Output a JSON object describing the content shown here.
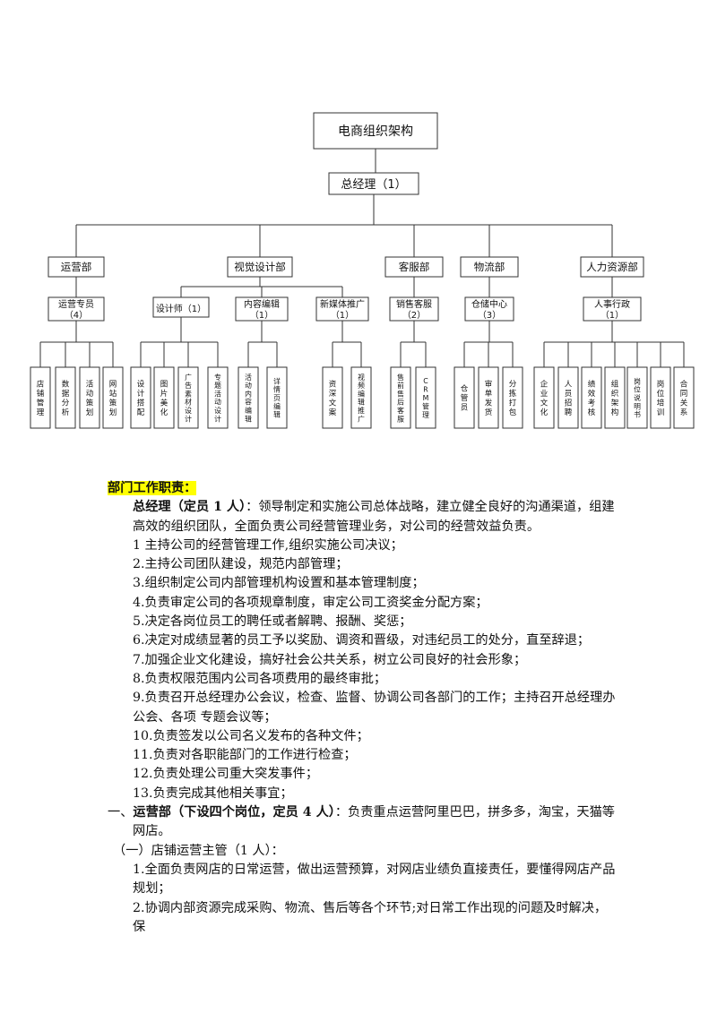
{
  "org_chart": {
    "title": "电商组织架构",
    "ceo": "总经理（1）",
    "departments": [
      {
        "name": "运营部",
        "sub": [
          {
            "label": [
              "运营专员",
              "（4）"
            ],
            "leaves": [
              "店铺管理",
              "数据分析",
              "活动策划",
              "网站策划"
            ]
          }
        ]
      },
      {
        "name": "视觉设计部",
        "sub": [
          {
            "label": [
              "设计师（1）"
            ],
            "leaves": [
              "设计搭配",
              "图片美化",
              "广告素材设计",
              "专题活动设计"
            ]
          },
          {
            "label": [
              "内容编辑",
              "（1）"
            ],
            "leaves": [
              "活动内容编辑",
              "详情页编辑"
            ]
          },
          {
            "label": [
              "新媒体推广",
              "（1）"
            ],
            "leaves": [
              "资深文案",
              "视频编辑推广"
            ]
          }
        ]
      },
      {
        "name": "客服部",
        "sub": [
          {
            "label": [
              "销售客服",
              "（2）"
            ],
            "leaves": [
              "售前售后客服",
              "CRM管理"
            ]
          }
        ]
      },
      {
        "name": "物流部",
        "sub": [
          {
            "label": [
              "仓储中心",
              "（3）"
            ],
            "leaves": [
              "仓管员",
              "审单发货",
              "分拣打包"
            ]
          }
        ]
      },
      {
        "name": "人力资源部",
        "sub": [
          {
            "label": [
              "人事行政",
              "（1）"
            ],
            "leaves": [
              "企业文化",
              "人员招聘",
              "绩效考核",
              "组织架构",
              "岗位说明书",
              "岗位培训",
              "合同关系"
            ]
          }
        ]
      }
    ]
  },
  "doc": {
    "heading": "部门工作职责：",
    "gm_title": "总经理（定员 1 人）",
    "gm_desc": "：领导制定和实施公司总体战略，建立健全良好的沟通渠道，组建高效的组织团队，全面负责公司经营管理业务，对公司的经营效益负责。",
    "gm_items": [
      "1 主持公司的经营管理工作,组织实施公司决议；",
      "2.主持公司团队建设，规范内部管理；",
      "3.组织制定公司内部管理机构设置和基本管理制度；",
      "4.负责审定公司的各项规章制度，审定公司工资奖金分配方案；",
      "5.决定各岗位员工的聘任或者解聘、报酬、奖惩；",
      "6.决定对成绩显著的员工予以奖励、调资和晋级，对违纪员工的处分，直至辞退；",
      "7.加强企业文化建设，搞好社会公共关系，树立公司良好的社会形象；",
      "8.负责权限范围内公司各项费用的最终审批；",
      "9.负责召开总经理办公会议，检查、监督、协调公司各部门的工作；主持召开总经理办公会、各项  专题会议等；",
      "10.负责签发以公司名义发布的各种文件；",
      "11.负责对各职能部门的工作进行检查；",
      "12.负责处理公司重大突发事件；",
      "13.负责完成其他相关事宜；"
    ],
    "ops_prefix": "一、",
    "ops_title": "运营部（下设四个岗位，定员 4 人）",
    "ops_desc": "：负责重点运营阿里巴巴，拼多多，淘宝，天猫等网店。",
    "store_mgr": "（一）店铺运营主管（1 人）：",
    "store_items": [
      "1.全面负责网店的日常运营，做出运营预算，对网店业绩负直接责任，要懂得网店产品规划；",
      "2.协调内部资源完成采购、物流、售后等各个环节;对日常工作出现的问题及时解决，保"
    ]
  }
}
